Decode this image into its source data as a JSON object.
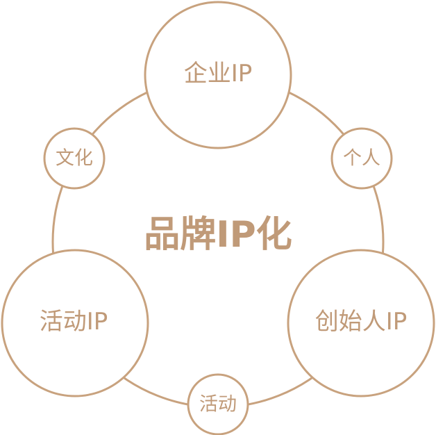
{
  "center": {
    "label": "品牌IP化"
  },
  "big_nodes": {
    "top": "企业IP",
    "left": "活动IP",
    "right": "创始人IP"
  },
  "small_nodes": {
    "upper_left": "文化",
    "upper_right": "个人",
    "bottom": "活动"
  },
  "colors": {
    "stroke": "#c8a27e",
    "text": "#c09a78",
    "background": "#ffffff"
  }
}
